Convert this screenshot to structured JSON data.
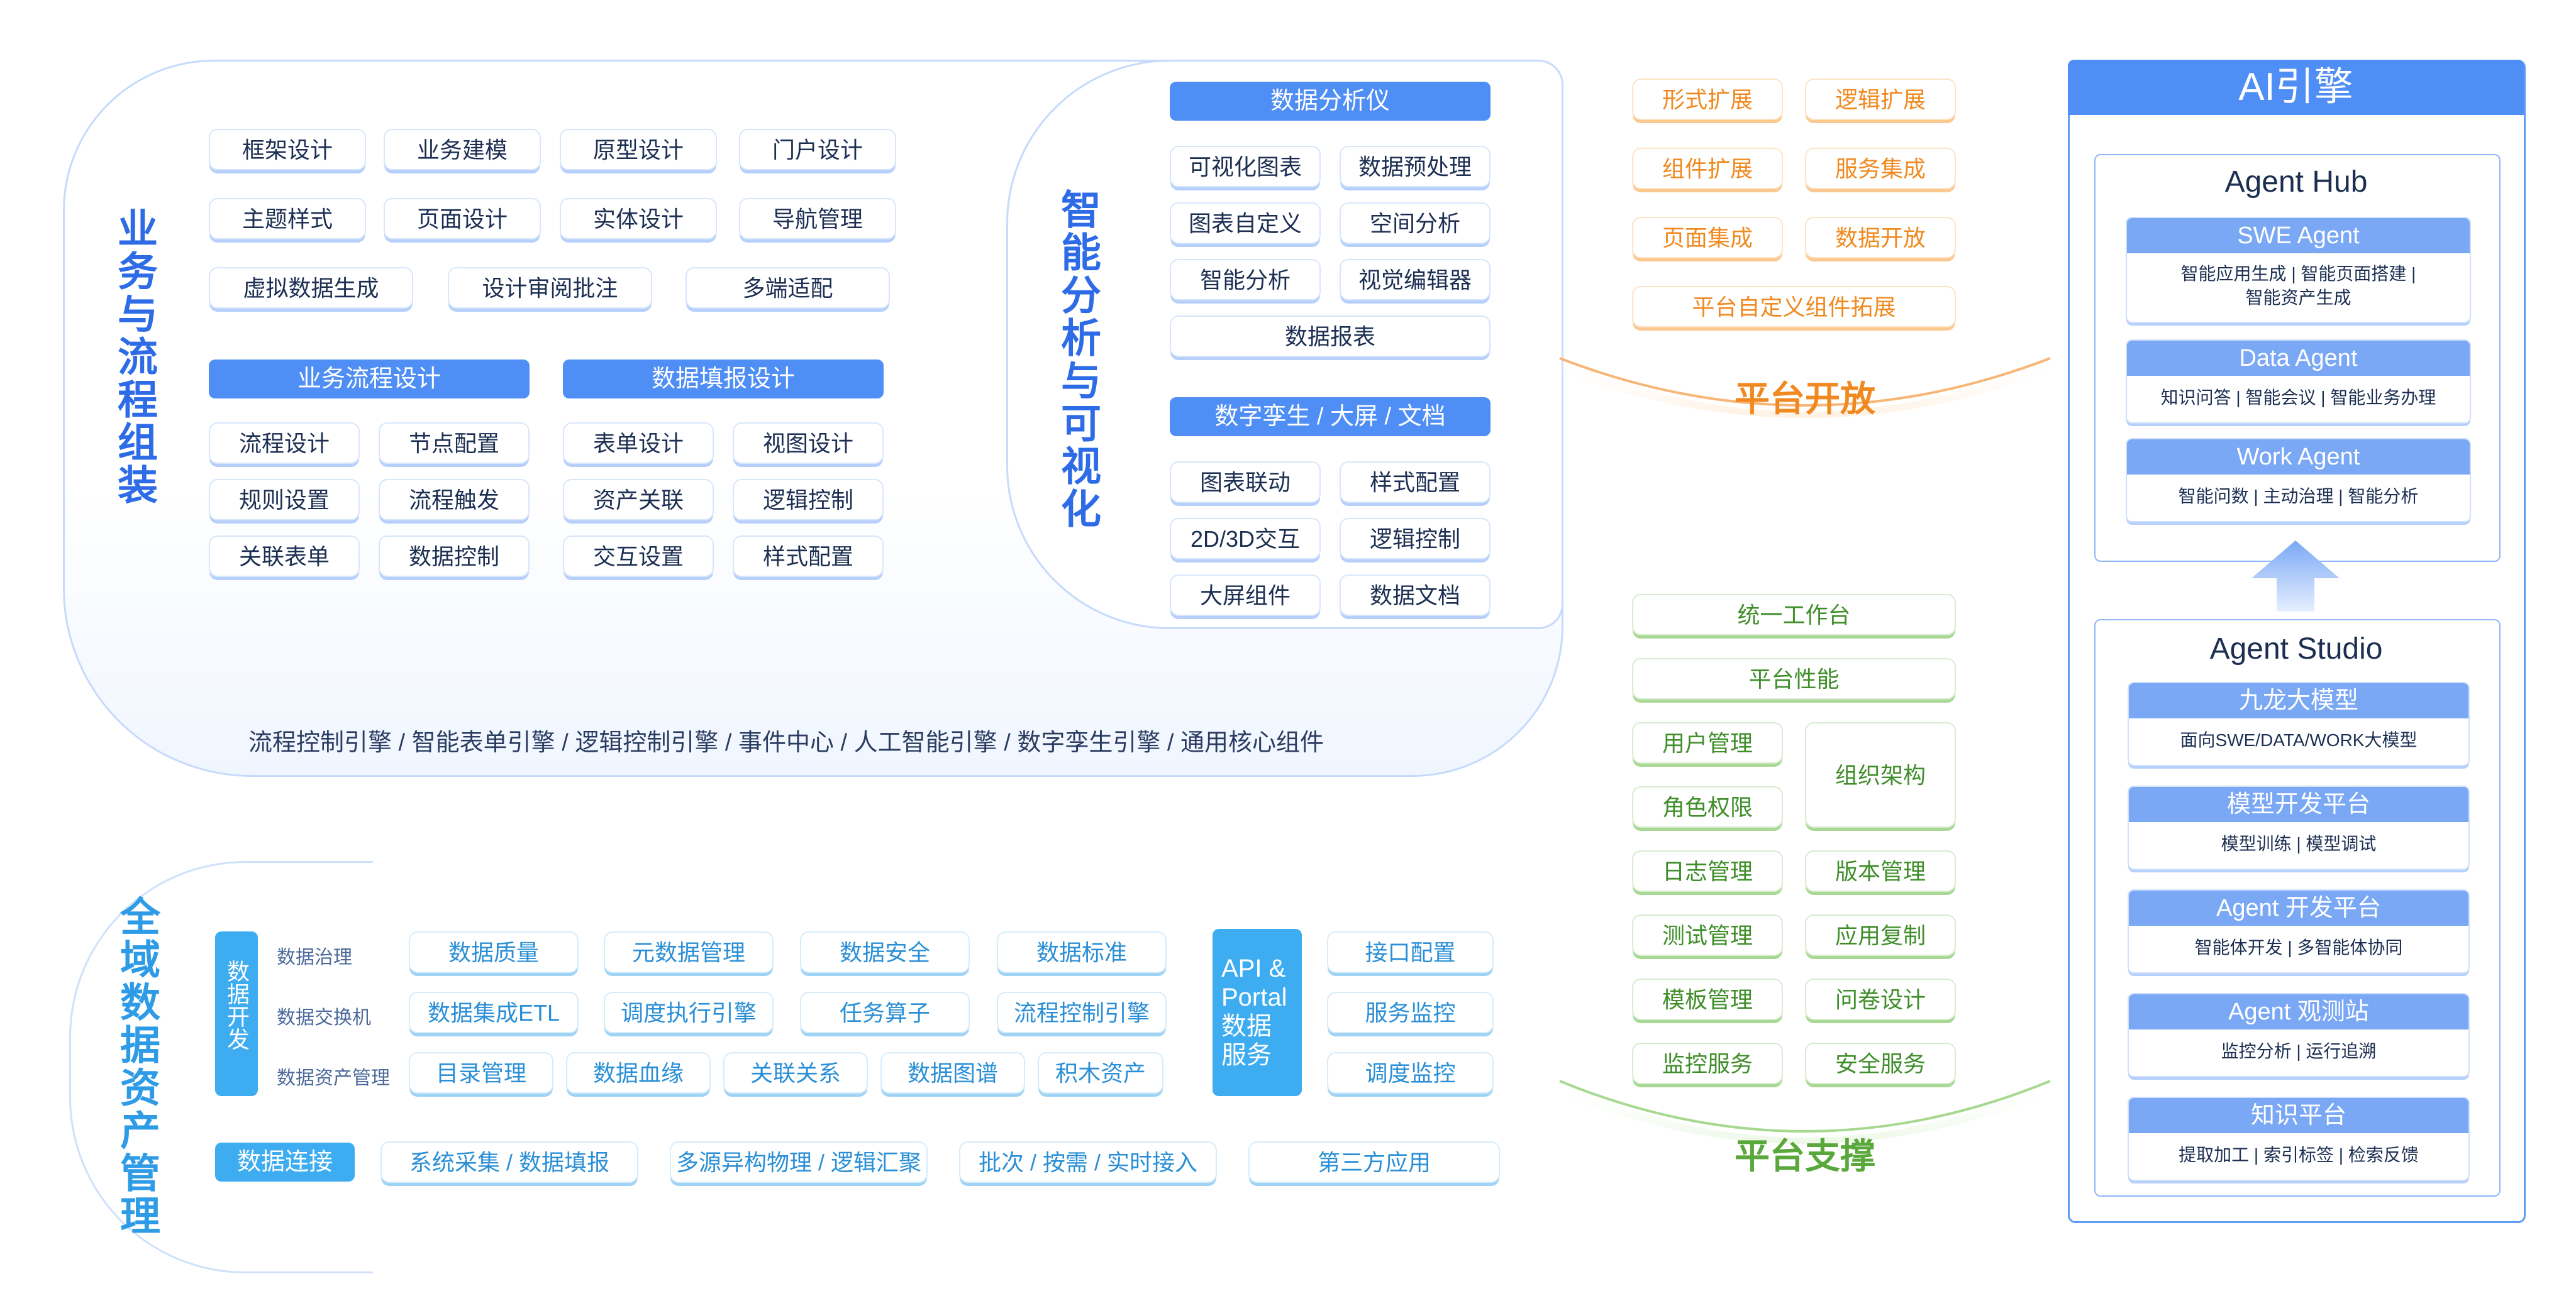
{
  "biz": {
    "title": "业务与流程组装",
    "row1": [
      "框架设计",
      "业务建模",
      "原型设计",
      "门户设计"
    ],
    "row2": [
      "主题样式",
      "页面设计",
      "实体设计",
      "导航管理"
    ],
    "row3": [
      "虚拟数据生成",
      "设计审阅批注",
      "多端适配"
    ],
    "flow_header": "业务流程设计",
    "fill_header": "数据填报设计",
    "flow_items": [
      "流程设计",
      "节点配置",
      "规则设置",
      "流程触发",
      "关联表单",
      "数据控制"
    ],
    "fill_items": [
      "表单设计",
      "视图设计",
      "资产关联",
      "逻辑控制",
      "交互设置",
      "样式配置"
    ],
    "engines": "流程控制引擎 / 智能表单引擎 / 逻辑控制引擎 / 事件中心 / 人工智能引擎 / 数字孪生引擎 / 通用核心组件"
  },
  "analysis": {
    "title": "智能分析与可视化",
    "analyzer_header": "数据分析仪",
    "analyzer_items": [
      "可视化图表",
      "数据预处理",
      "图表自定义",
      "空间分析",
      "智能分析",
      "视觉编辑器"
    ],
    "analyzer_wide": "数据报表",
    "twin_header": "数字孪生 / 大屏 / 文档",
    "twin_items": [
      "图表联动",
      "样式配置",
      "2D/3D交互",
      "逻辑控制",
      "大屏组件",
      "数据文档"
    ]
  },
  "open": {
    "title": "平台开放",
    "items": [
      "形式扩展",
      "逻辑扩展",
      "组件扩展",
      "服务集成",
      "页面集成",
      "数据开放"
    ],
    "wide": "平台自定义组件拓展"
  },
  "support": {
    "title": "平台支撑",
    "wide1": "统一工作台",
    "wide2": "平台性能",
    "user": "用户管理",
    "role": "角色权限",
    "org": "组织架构",
    "items": [
      "日志管理",
      "版本管理",
      "测试管理",
      "应用复制",
      "模板管理",
      "问卷设计",
      "监控服务",
      "安全服务"
    ]
  },
  "asset": {
    "title": "全域数据资产管理",
    "dev_chip": "数据开发",
    "labels": [
      "数据治理",
      "数据交换机",
      "数据资产管理"
    ],
    "gov_items": [
      "数据质量",
      "元数据管理",
      "数据安全",
      "数据标准"
    ],
    "exch_items": [
      "数据集成ETL",
      "调度执行引擎",
      "任务算子",
      "流程控制引擎"
    ],
    "asset_items": [
      "目录管理",
      "数据血缘",
      "关联关系",
      "数据图谱",
      "积木资产"
    ],
    "api_chip": "API & Portal 数据服务",
    "api_items": [
      "接口配置",
      "服务监控",
      "调度监控"
    ],
    "conn_chip": "数据连接",
    "conn_items": [
      "系统采集 / 数据填报",
      "多源异构物理 / 逻辑汇聚",
      "批次 / 按需 / 实时接入",
      "第三方应用"
    ]
  },
  "ai": {
    "title": "AI引擎",
    "hub_title": "Agent Hub",
    "hub_agents": [
      {
        "name": "SWE Agent",
        "desc1": "智能应用生成 | 智能页面搭建 |",
        "desc2": "智能资产生成"
      },
      {
        "name": "Data Agent",
        "desc1": "知识问答 | 智能会议 | 智能业务办理",
        "desc2": ""
      },
      {
        "name": "Work Agent",
        "desc1": "智能问数 | 主动治理 | 智能分析",
        "desc2": ""
      }
    ],
    "studio_title": "Agent Studio",
    "studio_items": [
      {
        "name": "九龙大模型",
        "desc": "面向SWE/DATA/WORK大模型"
      },
      {
        "name": "模型开发平台",
        "desc": "模型训练 | 模型调试"
      },
      {
        "name": "Agent 开发平台",
        "desc": "智能体开发 | 多智能体协同"
      },
      {
        "name": "Agent 观测站",
        "desc": "监控分析 | 运行追溯"
      },
      {
        "name": "知识平台",
        "desc": "提取加工 | 索引标签 | 检索反馈"
      }
    ]
  },
  "colors": {
    "primary": "#4f8ef4",
    "title_blue": "#2e6be6",
    "orange": "#f08a20",
    "green": "#5aa83c",
    "cyan": "#3dacf0"
  }
}
